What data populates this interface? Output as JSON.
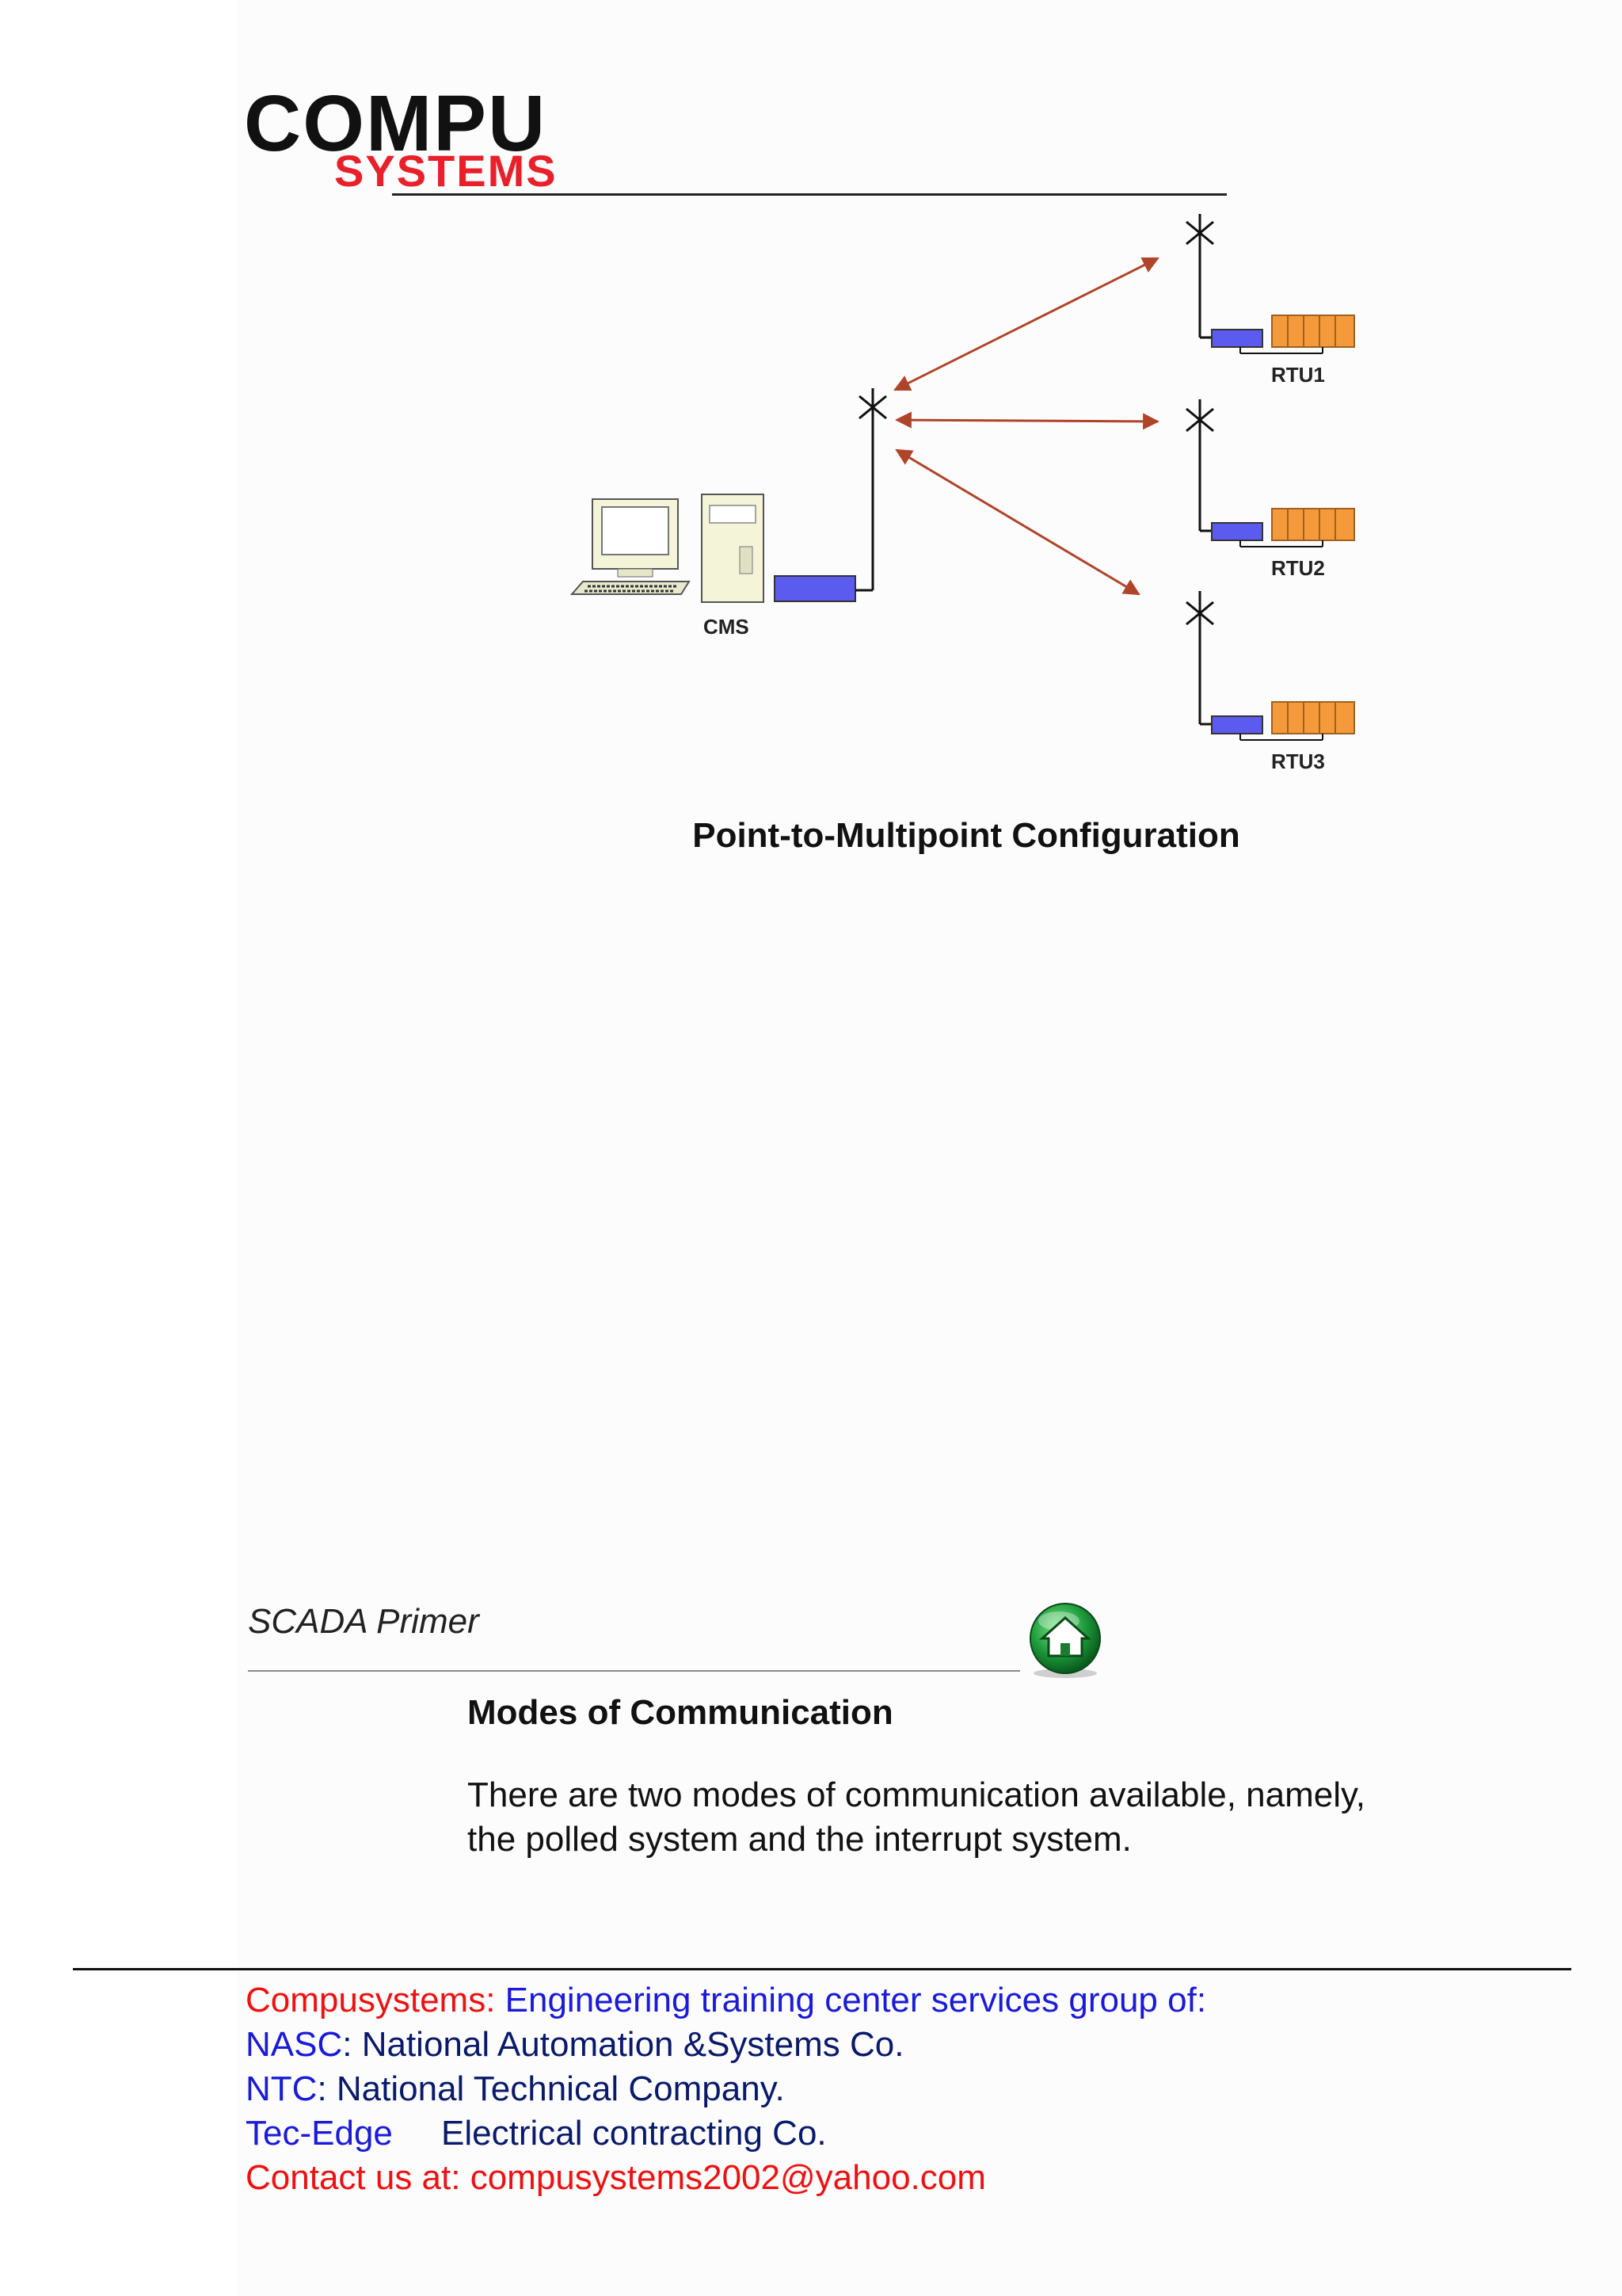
{
  "logo": {
    "line1": "COMPU",
    "line2": "SYSTEMS"
  },
  "diagram": {
    "cms_label": "CMS",
    "rtu_labels": [
      "RTU1",
      "RTU2",
      "RTU3"
    ]
  },
  "caption": "Point-to-Multipoint Configuration",
  "section": {
    "title": "SCADA Primer",
    "subheading": "Modes of Communication",
    "paragraph_line1": "There are two modes of communication available, namely,",
    "paragraph_line2": "the polled system and the interrupt system."
  },
  "footer": {
    "line1_prefix": "Compusystems:",
    "line1_rest": " Engineering training center services group of:",
    "line2_abbr": "NASC",
    "line2_rest": ": National Automation &Systems Co.",
    "line3_abbr": "NTC",
    "line3_rest": ": National Technical Company.",
    "line4_abbr": "Tec-Edge",
    "line4_rest": "     Electrical contracting Co.",
    "line5": "Contact us at: compusystems2002@yahoo.com"
  },
  "colors": {
    "logo_red": "#e8202a",
    "link_red": "#ee1111",
    "link_blue": "#1a1ad8",
    "arrow": "#b0442a",
    "modem_blue": "#5b5bf0",
    "rtu_orange": "#f59a3a"
  },
  "icons": [
    "home-icon"
  ]
}
